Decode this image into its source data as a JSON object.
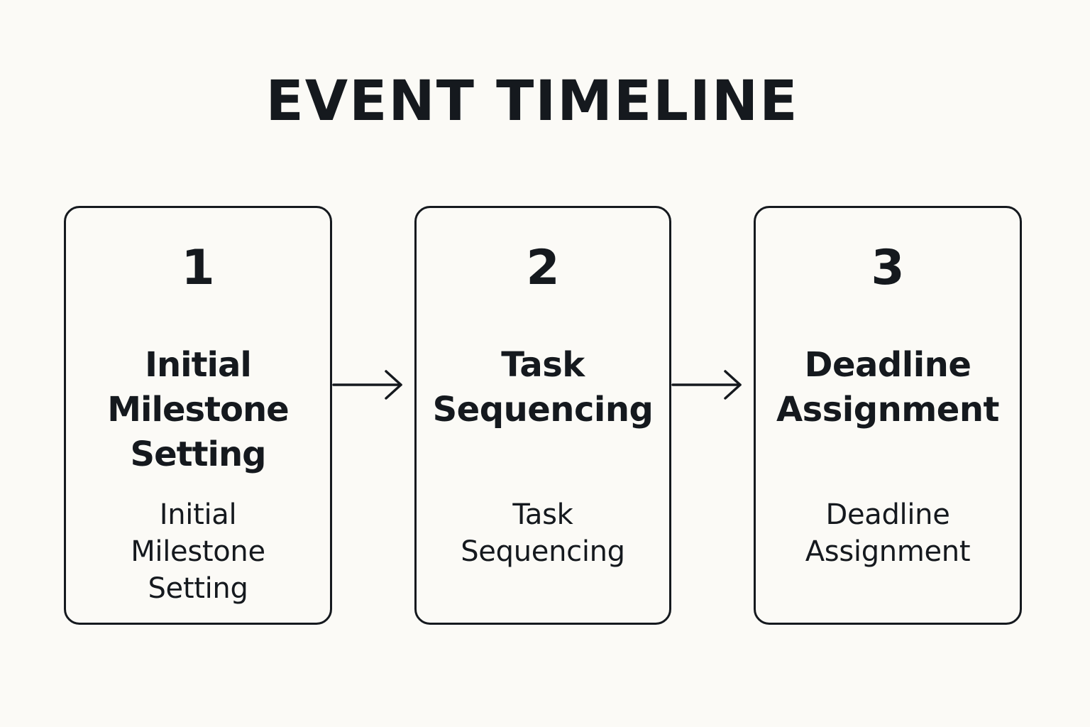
{
  "title": "EVENT TIMELINE",
  "steps": [
    {
      "number": "1",
      "heading": [
        "Initial",
        "Milestone",
        "Setting"
      ],
      "description": [
        "Initial",
        "Milestone",
        "Setting"
      ]
    },
    {
      "number": "2",
      "heading": [
        "Task",
        "Sequencing"
      ],
      "description": [
        "Task",
        "Sequencing"
      ]
    },
    {
      "number": "3",
      "heading": [
        "Deadline",
        "Assignment"
      ],
      "description": [
        "Deadline",
        "Assignment"
      ]
    }
  ],
  "colors": {
    "background": "#fbfaf6",
    "ink": "#15191e"
  },
  "connectors": [
    "arrow-right-icon",
    "arrow-right-icon"
  ]
}
